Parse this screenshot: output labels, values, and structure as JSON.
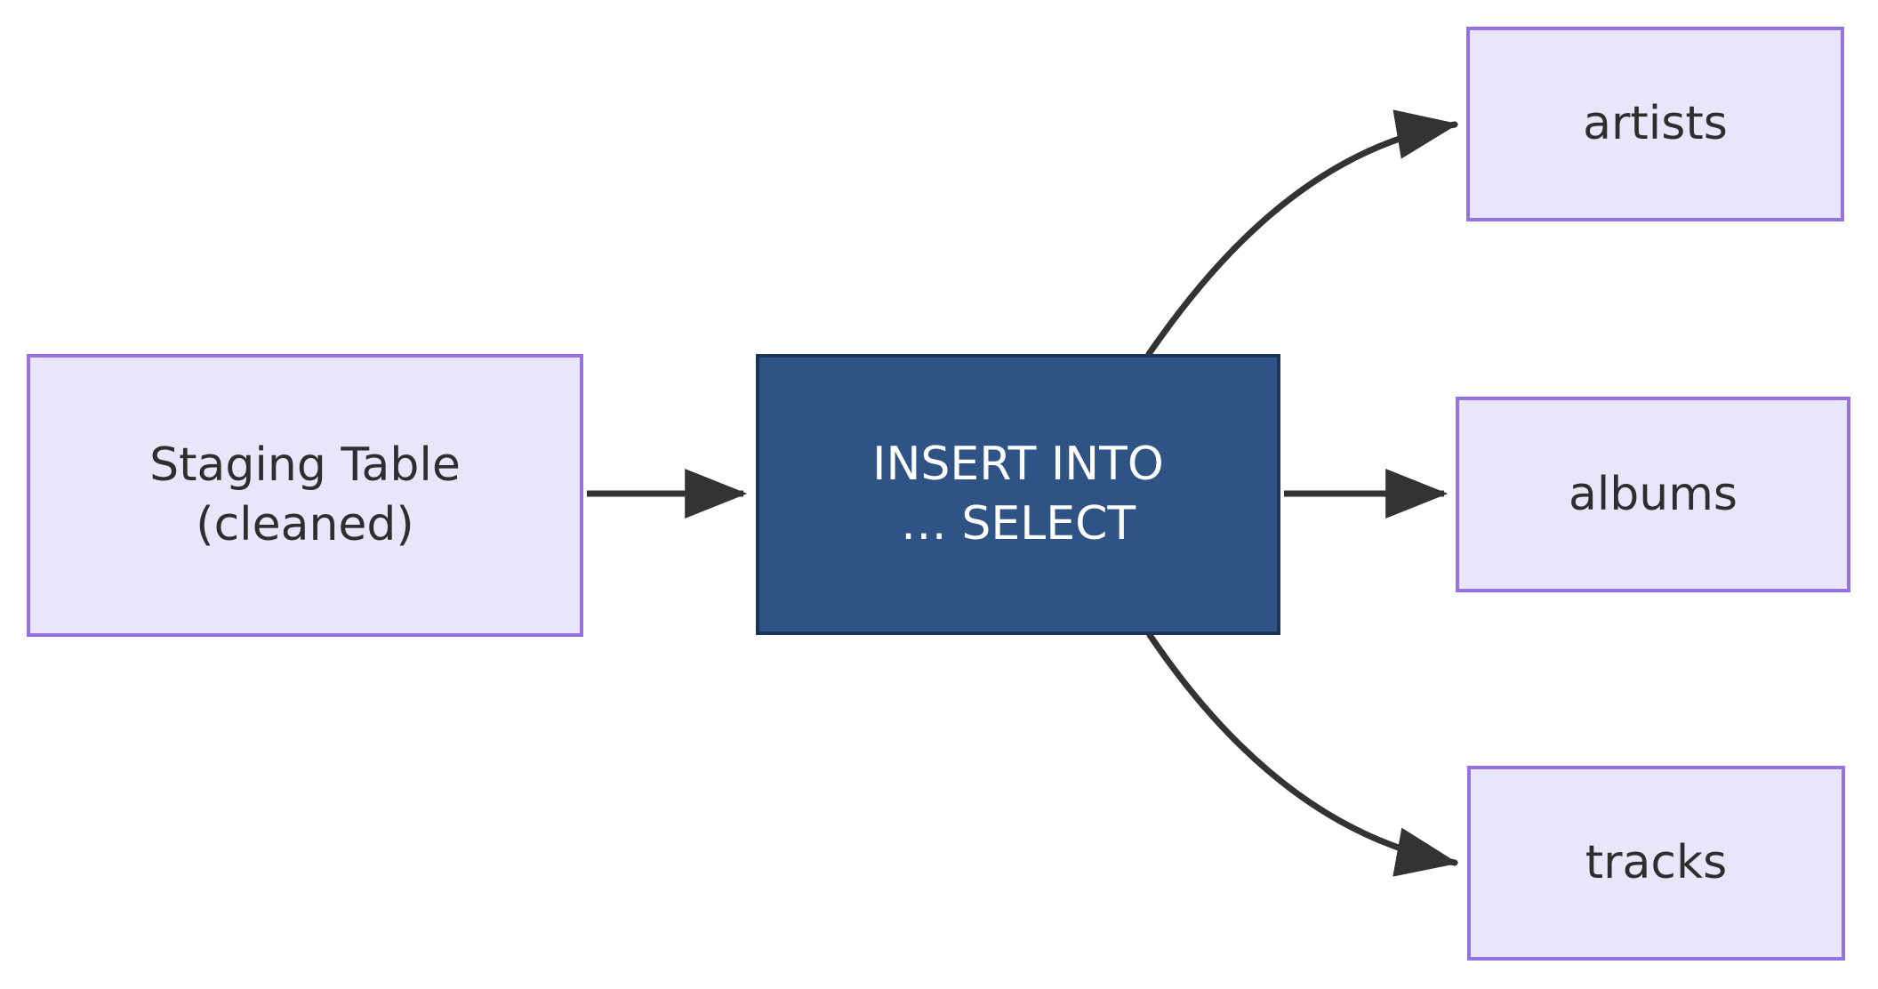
{
  "diagram": {
    "title": "Staging Table to target tables via INSERT INTO ... SELECT",
    "direction": "left-to-right",
    "background_color": "#ffffff",
    "palette": {
      "entity_fill": "#e9e6fb",
      "entity_border": "#9672e0",
      "entity_text": "#2e2e2e",
      "process_fill": "#2e5384",
      "process_border": "#1c3557",
      "process_text": "#ffffff",
      "edge_color": "#333333"
    },
    "nodes": [
      {
        "id": "staging",
        "label": "Staging Table\n(cleaned)",
        "kind": "entity",
        "shape": "rectangle"
      },
      {
        "id": "insert",
        "label": "INSERT INTO\n… SELECT",
        "kind": "process",
        "shape": "rectangle"
      },
      {
        "id": "artists",
        "label": "artists",
        "kind": "entity",
        "shape": "rectangle"
      },
      {
        "id": "albums",
        "label": "albums",
        "kind": "entity",
        "shape": "rectangle"
      },
      {
        "id": "tracks",
        "label": "tracks",
        "kind": "entity",
        "shape": "rectangle"
      }
    ],
    "edges": [
      {
        "id": "edge-staging-insert",
        "from": "staging",
        "to": "insert",
        "style": "straight",
        "arrowhead": "triangle",
        "label": ""
      },
      {
        "id": "edge-insert-artists",
        "from": "insert",
        "to": "artists",
        "style": "curved",
        "arrowhead": "triangle",
        "label": ""
      },
      {
        "id": "edge-insert-albums",
        "from": "insert",
        "to": "albums",
        "style": "straight",
        "arrowhead": "triangle",
        "label": ""
      },
      {
        "id": "edge-insert-tracks",
        "from": "insert",
        "to": "tracks",
        "style": "curved",
        "arrowhead": "triangle",
        "label": ""
      }
    ]
  }
}
